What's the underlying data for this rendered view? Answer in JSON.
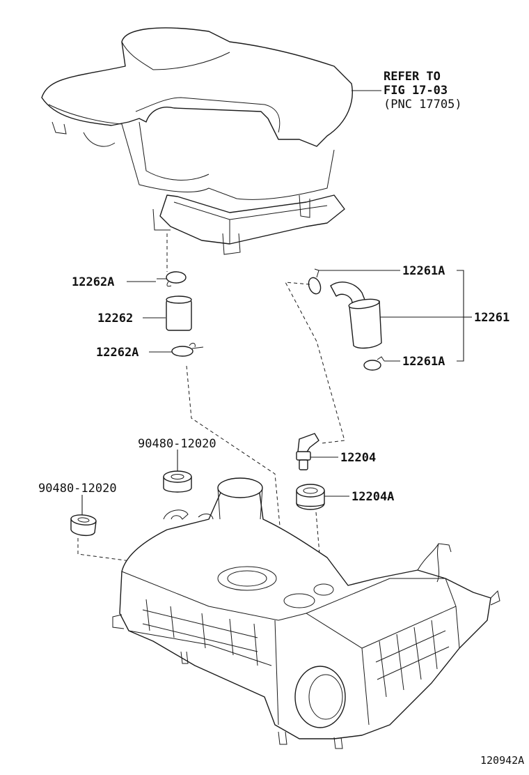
{
  "refer": {
    "line1": "REFER TO",
    "line2": "FIG 17-03",
    "line3": "(PNC 17705)"
  },
  "labels": {
    "p12262A_top": "12262A",
    "p12262": "12262",
    "p12262A_bottom": "12262A",
    "p12261A_top": "12261A",
    "p12261": "12261",
    "p12261A_bottom": "12261A",
    "p90480_upper": "90480-12020",
    "p90480_lower": "90480-12020",
    "p12204": "12204",
    "p12204A": "12204A"
  },
  "figure_id": "120942A"
}
